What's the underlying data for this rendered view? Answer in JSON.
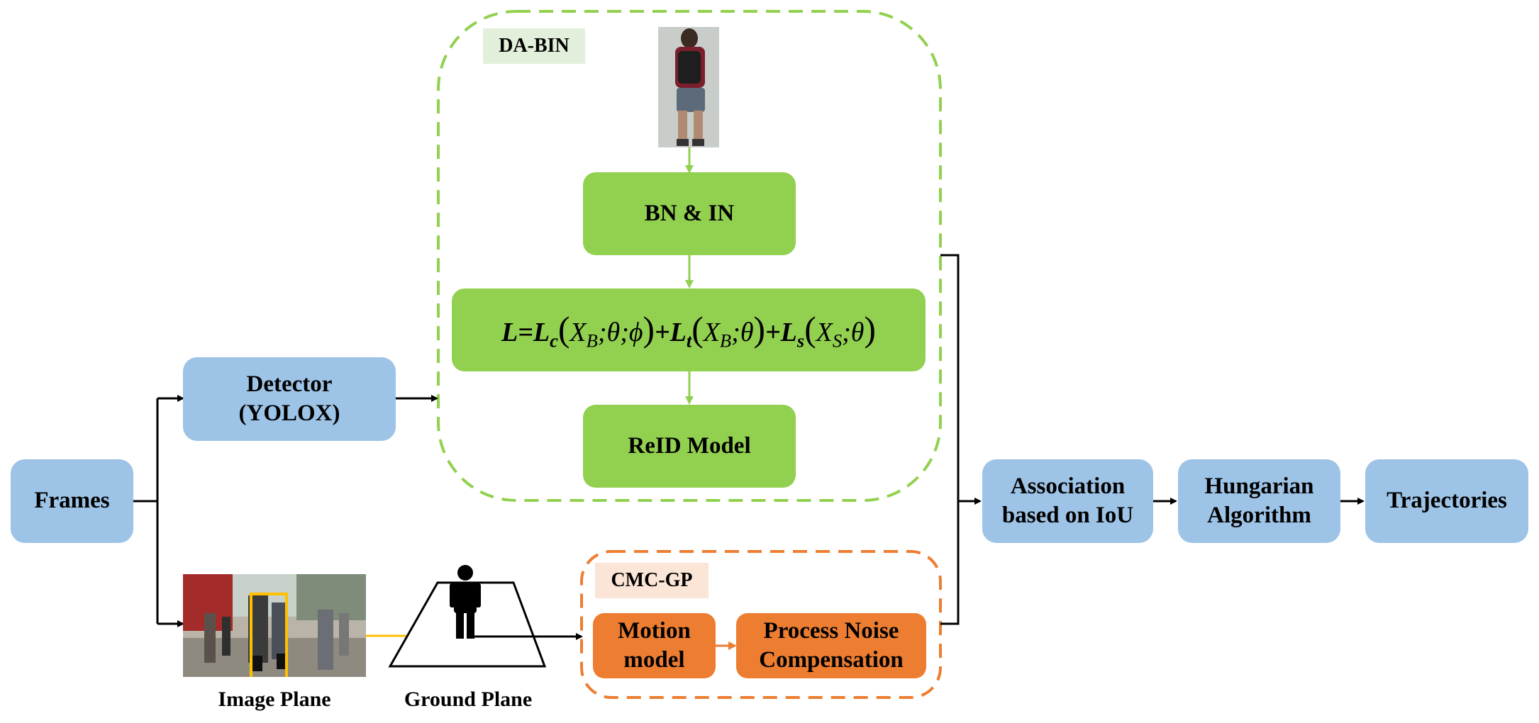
{
  "boxes": {
    "frames": "Frames",
    "detector": [
      "Detector",
      "(YOLOX)"
    ],
    "bn_in": "BN & IN",
    "reid_model": "ReID Model",
    "association": [
      "Association",
      "based on IoU"
    ],
    "hungarian": [
      "Hungarian",
      "Algorithm"
    ],
    "trajectories": "Trajectories",
    "motion_model": [
      "Motion",
      "model"
    ],
    "process_noise": [
      "Process Noise",
      "Compensation"
    ]
  },
  "modules": {
    "da_bin": "DA-BIN",
    "cmc_gp": "CMC-GP"
  },
  "formula": {
    "L": "L",
    "eq": "=",
    "Lc": "L",
    "c": "c",
    "arg1": "X",
    "arg1_sub": "B",
    "arg1_rest": ";θ;ϕ",
    "plus1": "+",
    "Lt": "L",
    "t": "t",
    "arg2": "X",
    "arg2_sub": "B",
    "arg2_rest": ";θ",
    "plus2": "+",
    "Ls": "L",
    "s": "s",
    "arg3": "X",
    "arg3_sub": "S",
    "arg3_rest": ";θ"
  },
  "captions": {
    "image_plane": "Image Plane",
    "ground_plane": "Ground Plane"
  },
  "colors": {
    "blue_box": "#9dc3e6",
    "green_box": "#92d050",
    "orange_box": "#ed7d31",
    "green_dash": "#92d050",
    "orange_dash": "#ed7d31",
    "da_bin_tag_bg": "#e2efda",
    "cmc_gp_tag_bg": "#fbe5d6",
    "yellow_arrow": "#ffc000",
    "green_arrow": "#92d050",
    "orange_arrow": "#ed7d31",
    "black_arrow": "#000000"
  }
}
